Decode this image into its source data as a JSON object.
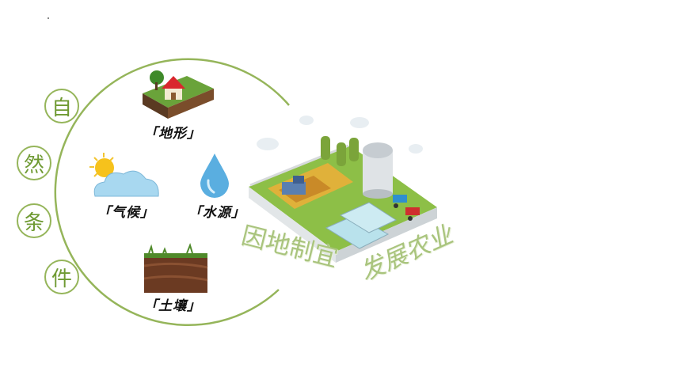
{
  "vertical_chars": [
    "自",
    "然",
    "条",
    "件"
  ],
  "labels": {
    "terrain": "「地形」",
    "climate": "「气候」",
    "water": "「水源」",
    "soil": "「土壤」"
  },
  "slogan": {
    "part1": "因地制宜",
    "part2": "发展农业"
  },
  "colors": {
    "accent_green": "#95b55a",
    "slogan_green": "#a9c47d"
  }
}
